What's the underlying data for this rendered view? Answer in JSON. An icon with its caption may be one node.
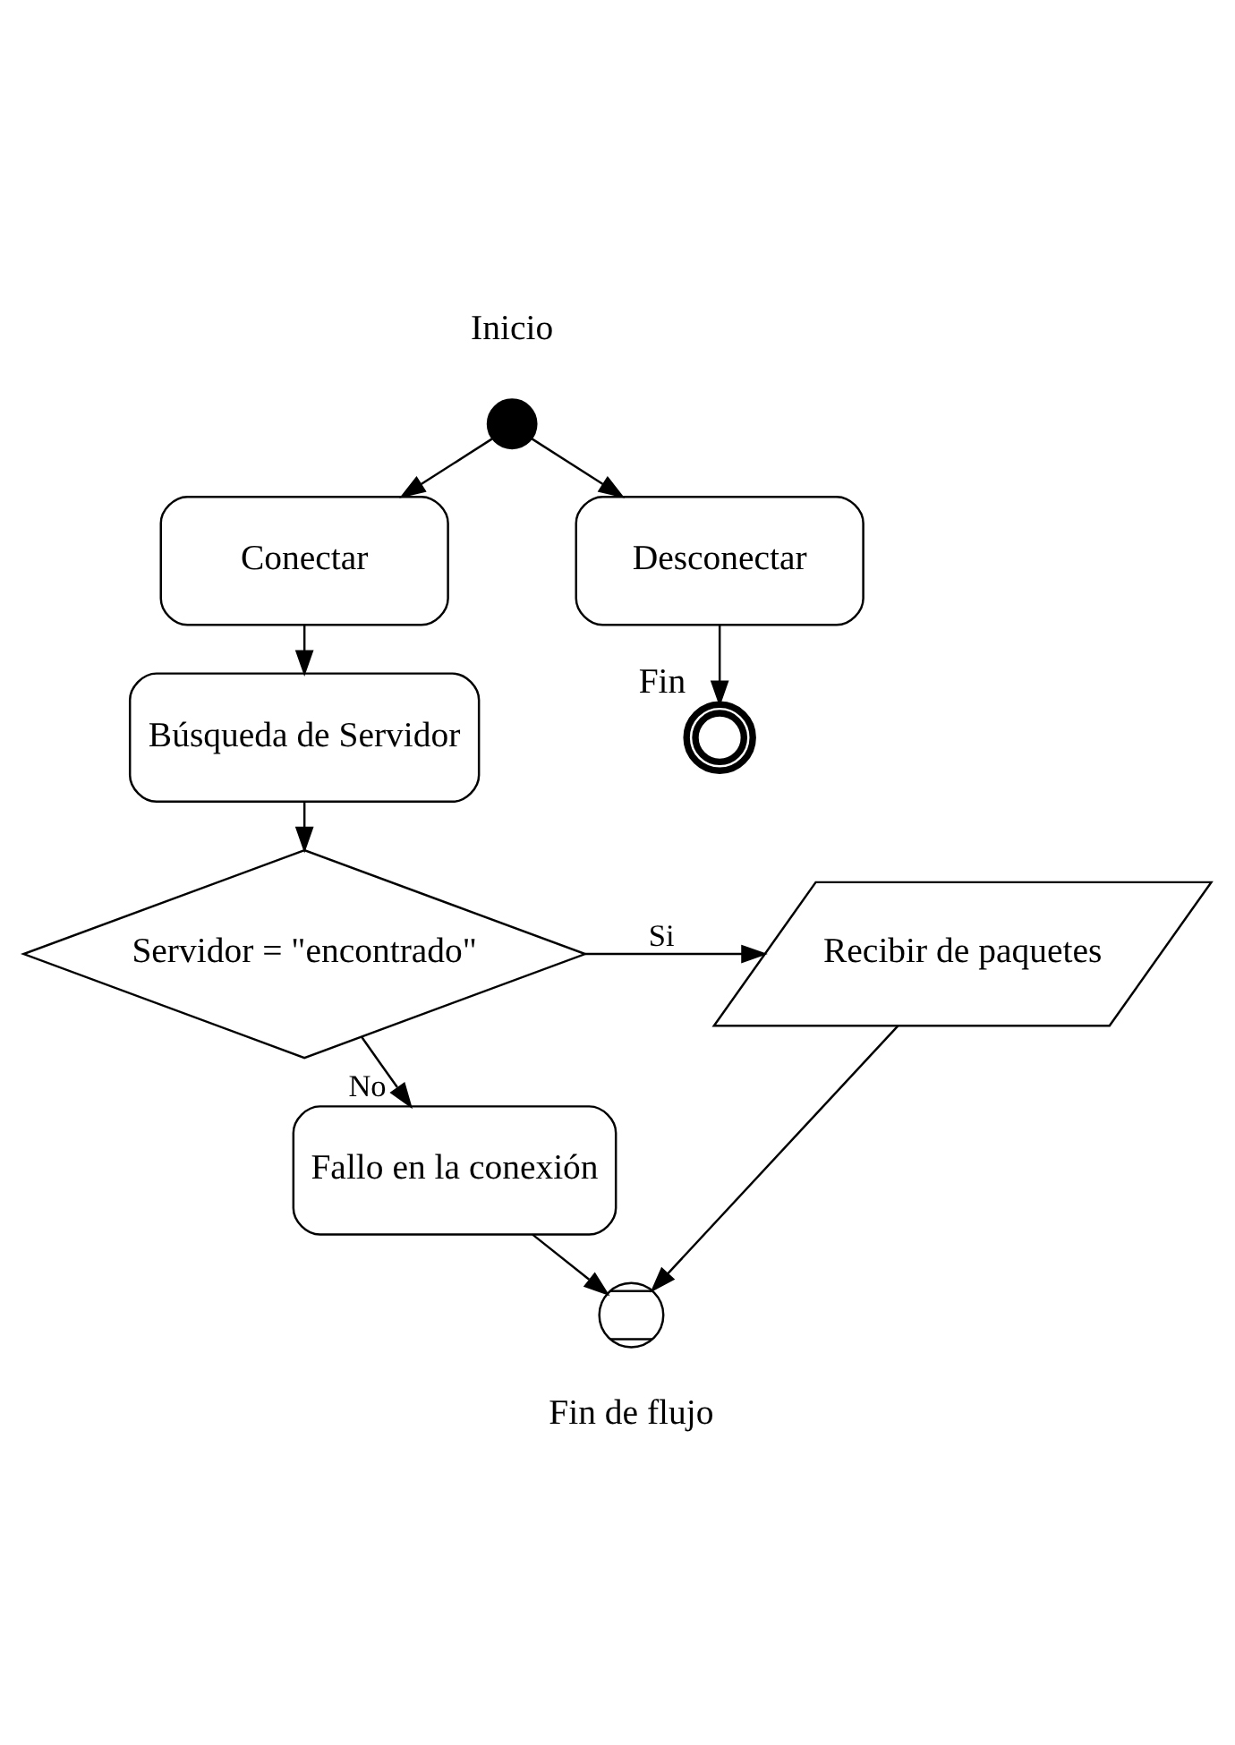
{
  "diagram": {
    "nodes": [
      {
        "text": [],
        "shape": "circle",
        "beside": [
          "Inicio"
        ]
      },
      {
        "text": [
          "Conectar"
        ]
      },
      {
        "text": [
          "Desconectar"
        ]
      },
      {
        "text": [],
        "shape": "circle",
        "beside": [
          "Fin"
        ]
      },
      {
        "text": [
          "Búsqueda de Servidor"
        ]
      },
      {
        "text": [
          "Servidor = \"encontrado\""
        ]
      },
      {
        "text": [
          "Recibir de paquetes"
        ]
      },
      {
        "text": [
          "Fallo en la conexión"
        ]
      },
      {
        "text": [],
        "shape": "circle",
        "beside": [
          "Fin de flujo"
        ]
      }
    ],
    "edges": [
      {
        "from": 0,
        "to": 1,
        "arrow": "to"
      },
      {
        "from": 0,
        "to": 2,
        "arrow": "to"
      },
      {
        "from": 2,
        "to": 3,
        "arrow": "to"
      },
      {
        "from": 1,
        "to": 4,
        "arrow": "to"
      },
      {
        "from": 4,
        "to": 5,
        "arrow": "to"
      },
      {
        "from": 5,
        "to": 6,
        "arrow": "to",
        "label": "Si"
      },
      {
        "from": 5,
        "to": 7,
        "arrow": "to",
        "label": "No"
      },
      {
        "from": 7,
        "to": 8,
        "arrow": "to"
      },
      {
        "from": 6,
        "to": 8,
        "arrow": "to"
      }
    ]
  }
}
